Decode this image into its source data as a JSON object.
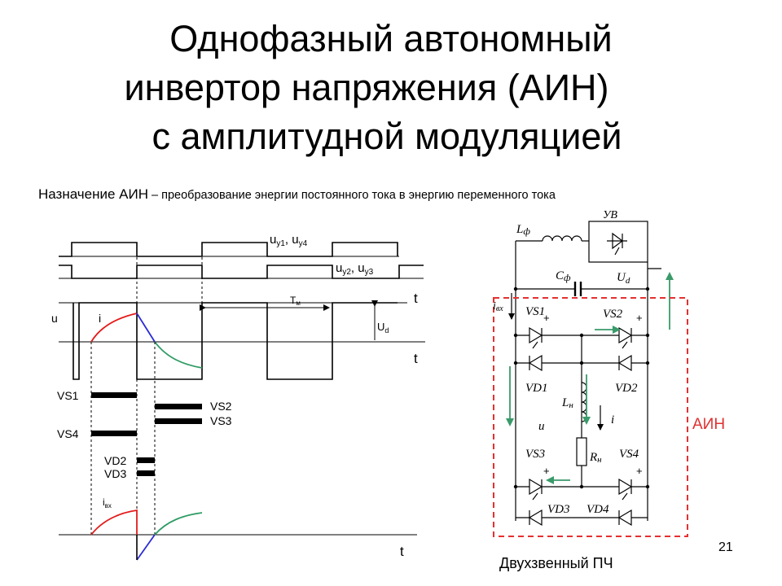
{
  "slide": {
    "title_lines": [
      "Однофазный автономный",
      "инвертор напряжения (АИН)",
      "с амплитудной модуляцией"
    ],
    "purpose_lead": "Назначение АИН",
    "purpose_rest": " – преобразование энергии постоянного тока в энергию переменного тока",
    "slide_number": "21"
  },
  "timing": {
    "uy14_main": "u",
    "uy14_sub1": "у1",
    "uy14_sep": ", u",
    "uy14_sub2": "у4",
    "uy23_main": "u",
    "uy23_sub1": "у2",
    "uy23_sep": ", u",
    "uy23_sub2": "у3",
    "t_axis_1": "t",
    "t_axis_2": "t",
    "t_axis_3": "t",
    "tm_main": "T",
    "tm_sub": "м",
    "u_label": "u",
    "i_label": "i",
    "ud_main": "U",
    "ud_sub": "d",
    "vs1": "VS1",
    "vs4": "VS4",
    "vs2": "VS2",
    "vs3": "VS3",
    "vd2": "VD2",
    "vd3": "VD3",
    "ivx_main": "i",
    "ivx_sub": "вх",
    "colors": {
      "current_red": "#e31b1b",
      "current_green": "#2e9b64",
      "current_blue": "#2b2bd6"
    }
  },
  "circuit": {
    "lf_main": "L",
    "lf_sub": "ф",
    "uv": "УВ",
    "cf_main": "C",
    "cf_sub": "ф",
    "ud_main": "U",
    "ud_sub": "d",
    "ivx_main": "i",
    "ivx_sub": "вх",
    "vs1": "VS1",
    "vs2": "VS2",
    "vs3": "VS3",
    "vs4": "VS4",
    "vd1": "VD1",
    "vd2": "VD2",
    "vd3": "VD3",
    "vd4": "VD4",
    "ln_main": "L",
    "ln_sub": "н",
    "rn_main": "R",
    "rn_sub": "н",
    "u_label": "u",
    "i_label": "i",
    "plus": "+",
    "ain_label": "АИН",
    "caption": "Двухзвенный ПЧ",
    "colors": {
      "frame_red": "#e53030",
      "arrow_green": "#3a9a6a",
      "ain_text": "#e03030"
    }
  }
}
